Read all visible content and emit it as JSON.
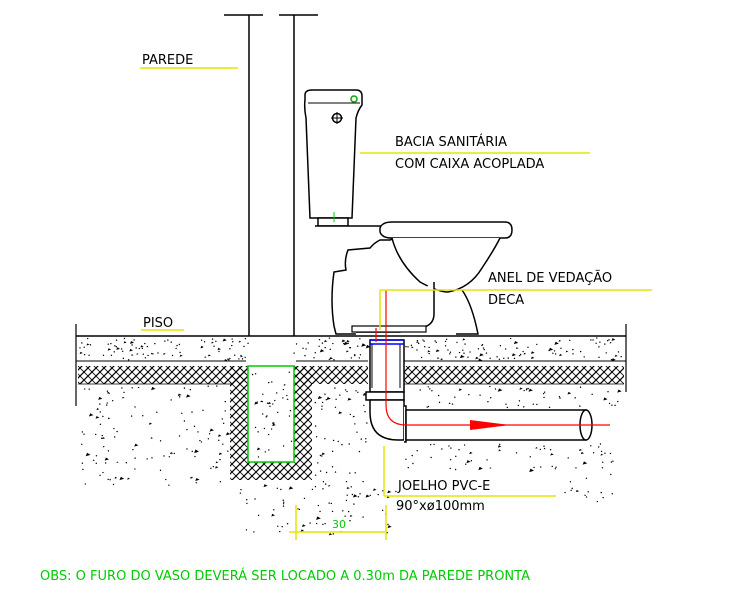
{
  "labels": {
    "wall": "PAREDE",
    "toilet_line1": "BACIA SANITÁRIA",
    "toilet_line2": "COM CAIXA ACOPLADA",
    "seal_line1": "ANEL DE VEDAÇÃO",
    "seal_line2": "DECA",
    "floor": "PISO",
    "elbow_line1": "JOELHO PVC-E",
    "elbow_line2": "90°xø100mm",
    "dimension": "30"
  },
  "note": "OBS: O FURO DO VASO DEVERÁ SER LOCADO A 0.30m DA PAREDE PRONTA",
  "colors": {
    "line": "#000000",
    "leader": "#e6e600",
    "note": "#00cc00",
    "pipe_axis": "#ff0000",
    "flange": "#0000ff"
  }
}
